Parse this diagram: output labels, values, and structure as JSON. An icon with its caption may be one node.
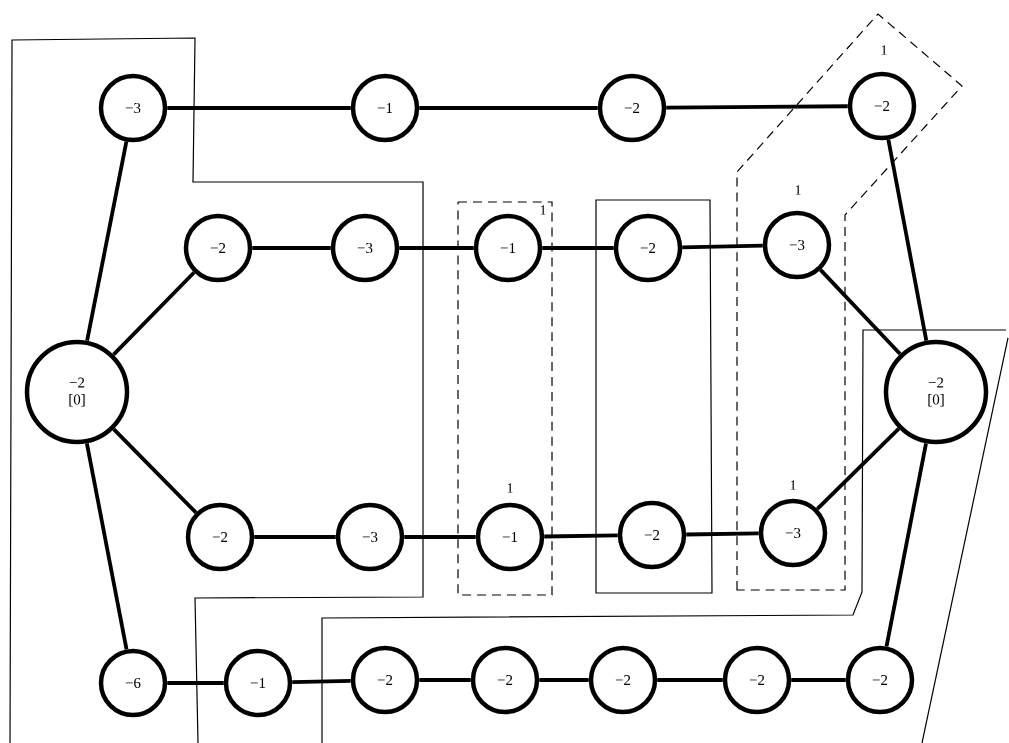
{
  "diagram": {
    "nodes": [
      {
        "text": [
          "−3"
        ]
      },
      {
        "text": [
          "−1"
        ]
      },
      {
        "text": [
          "−2"
        ]
      },
      {
        "text": [
          "−2"
        ],
        "beside": [
          "1"
        ]
      },
      {
        "text": [
          "−2"
        ]
      },
      {
        "text": [
          "−3"
        ]
      },
      {
        "text": [
          "−1"
        ],
        "beside": [
          "1"
        ]
      },
      {
        "text": [
          "−2"
        ]
      },
      {
        "text": [
          "−3"
        ],
        "beside": [
          "1"
        ]
      },
      {
        "text": [
          "−2",
          "[0]"
        ]
      },
      {
        "text": [
          "−2",
          "[0]"
        ]
      },
      {
        "text": [
          "−2"
        ]
      },
      {
        "text": [
          "−3"
        ]
      },
      {
        "text": [
          "−1"
        ],
        "beside": [
          "1"
        ]
      },
      {
        "text": [
          "−2"
        ]
      },
      {
        "text": [
          "−3"
        ],
        "beside": [
          "1"
        ]
      },
      {
        "text": [
          "−6"
        ]
      },
      {
        "text": [
          "−1"
        ]
      },
      {
        "text": [
          "−2"
        ]
      },
      {
        "text": [
          "−2"
        ]
      },
      {
        "text": [
          "−2"
        ]
      },
      {
        "text": [
          "−2"
        ]
      },
      {
        "text": [
          "−2"
        ]
      }
    ],
    "edges": [
      {
        "from": 0,
        "to": 1,
        "arrow": "none"
      },
      {
        "from": 1,
        "to": 2,
        "arrow": "none"
      },
      {
        "from": 2,
        "to": 3,
        "arrow": "none"
      },
      {
        "from": 0,
        "to": 9,
        "arrow": "none"
      },
      {
        "from": 9,
        "to": 4,
        "arrow": "none"
      },
      {
        "from": 4,
        "to": 5,
        "arrow": "none"
      },
      {
        "from": 5,
        "to": 6,
        "arrow": "none"
      },
      {
        "from": 6,
        "to": 7,
        "arrow": "none"
      },
      {
        "from": 7,
        "to": 8,
        "arrow": "none"
      },
      {
        "from": 8,
        "to": 10,
        "arrow": "none"
      },
      {
        "from": 3,
        "to": 10,
        "arrow": "none"
      },
      {
        "from": 9,
        "to": 11,
        "arrow": "none"
      },
      {
        "from": 11,
        "to": 12,
        "arrow": "none"
      },
      {
        "from": 12,
        "to": 13,
        "arrow": "none"
      },
      {
        "from": 13,
        "to": 14,
        "arrow": "none"
      },
      {
        "from": 14,
        "to": 15,
        "arrow": "none"
      },
      {
        "from": 15,
        "to": 10,
        "arrow": "none"
      },
      {
        "from": 9,
        "to": 16,
        "arrow": "none"
      },
      {
        "from": 16,
        "to": 17,
        "arrow": "none"
      },
      {
        "from": 17,
        "to": 18,
        "arrow": "none"
      },
      {
        "from": 18,
        "to": 19,
        "arrow": "none"
      },
      {
        "from": 19,
        "to": 20,
        "arrow": "none"
      },
      {
        "from": 20,
        "to": 21,
        "arrow": "none"
      },
      {
        "from": 21,
        "to": 22,
        "arrow": "none"
      },
      {
        "from": 22,
        "to": 10,
        "arrow": "none"
      }
    ]
  }
}
